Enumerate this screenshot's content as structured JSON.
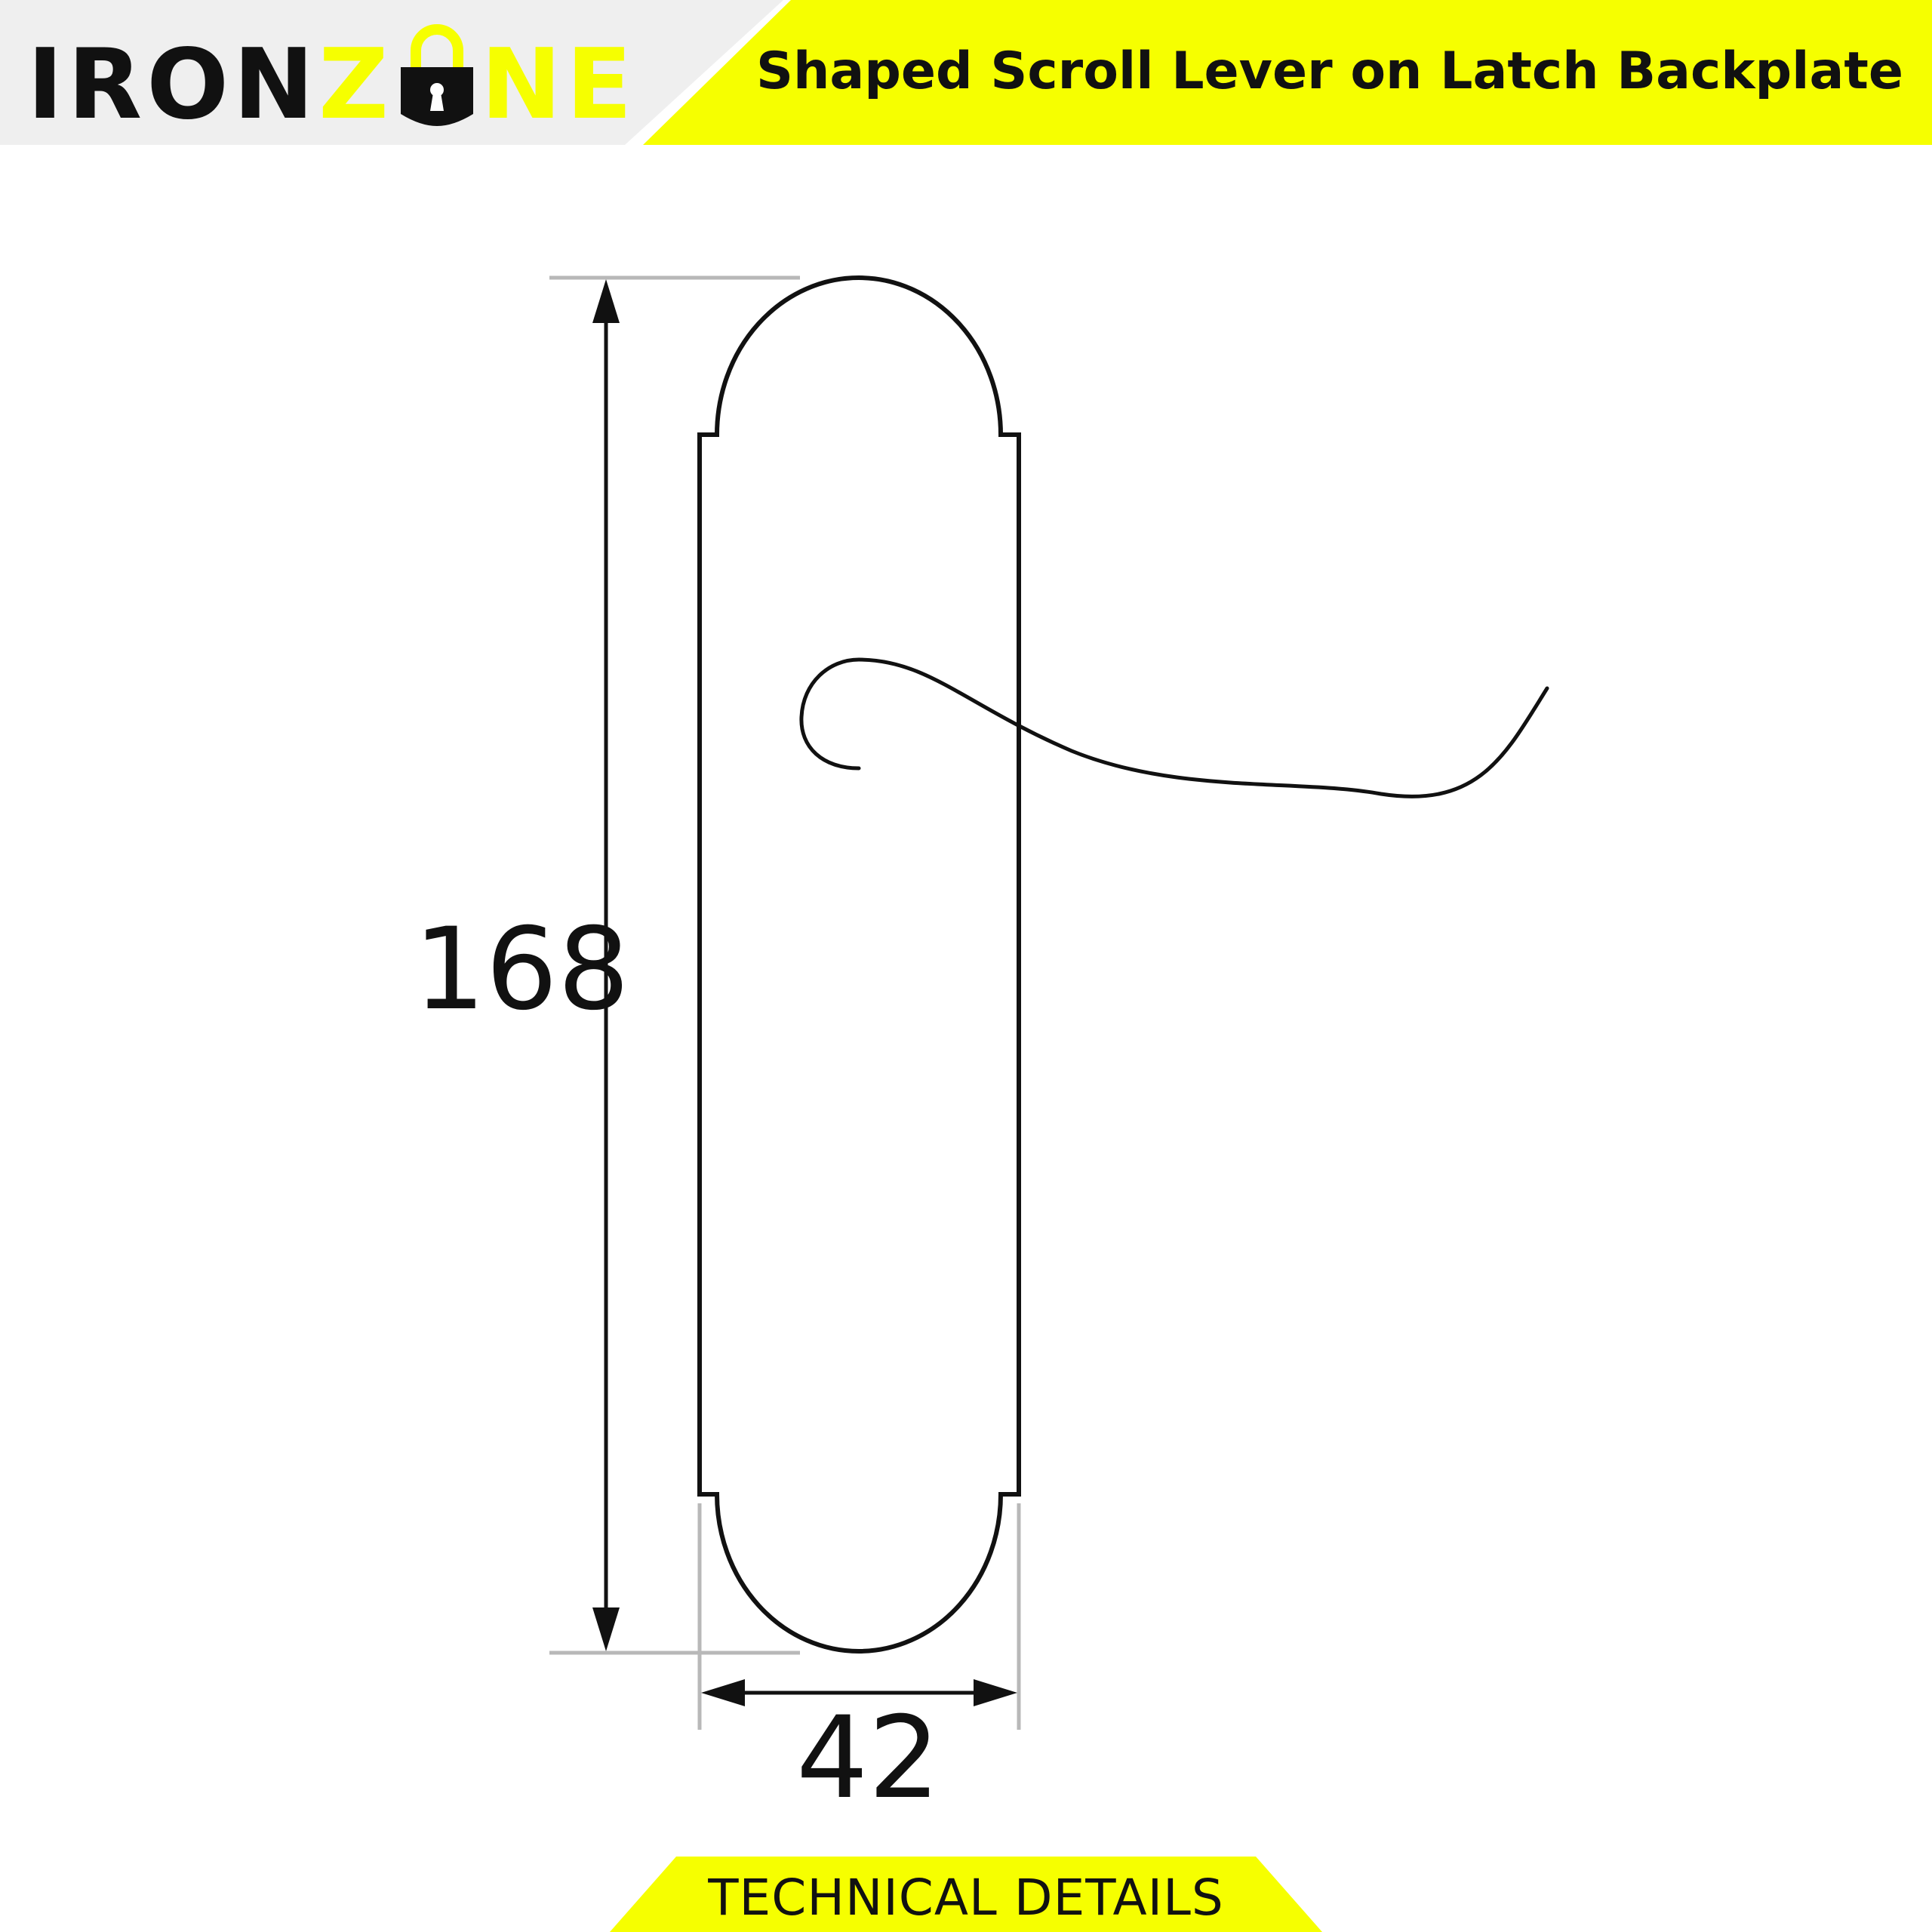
{
  "brand": {
    "part1": "IRON",
    "part2a": "Z",
    "part2b": "NE",
    "colors": {
      "accent": "#f6ff00",
      "dark": "#111111",
      "header_gray": "#efefef"
    },
    "icon": "padlock-icon"
  },
  "header": {
    "title": "Shaped Scroll Lever on Latch Backplate"
  },
  "dimensions": {
    "height": "168",
    "width": "42"
  },
  "footer": {
    "label": "TECHNICAL DETAILS"
  }
}
